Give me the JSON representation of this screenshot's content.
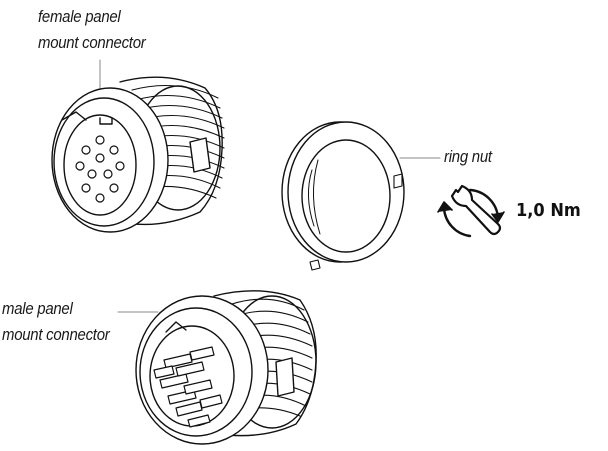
{
  "labels": {
    "female_line1": "female panel",
    "female_line2": "mount connector",
    "male_line1": "male panel",
    "male_line2": "mount connector",
    "ring_nut": "ring nut",
    "torque": "1,0 Nm"
  },
  "icons": {
    "female": "female-panel-connector-drawing",
    "male": "male-panel-connector-drawing",
    "ring": "ring-nut-drawing",
    "tool": "wrench-torque-icon"
  }
}
